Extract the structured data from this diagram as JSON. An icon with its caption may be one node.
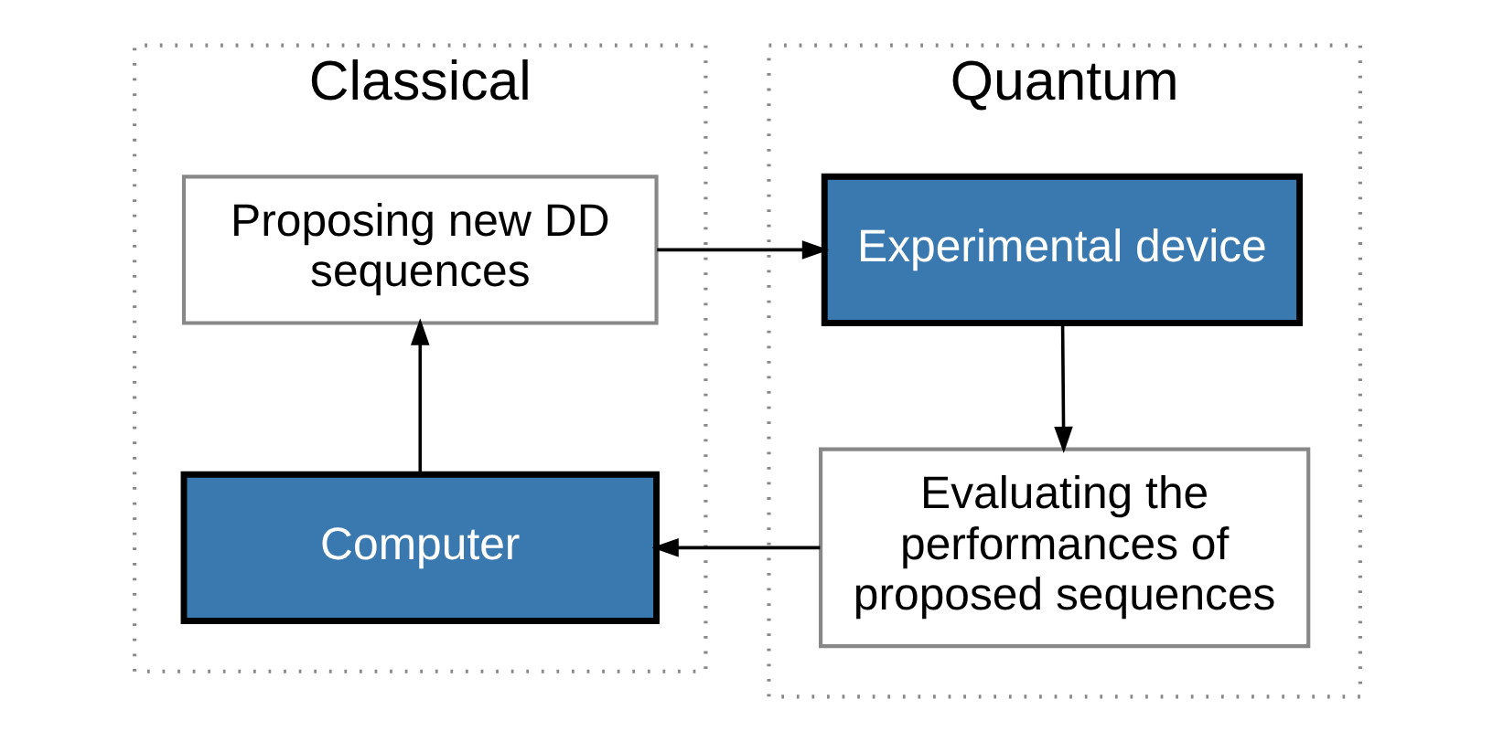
{
  "diagram": {
    "nodes": [
      {
        "text": [
          "Classical"
        ]
      },
      {
        "text": [
          "Proposing new DD sequences"
        ],
        "in": 0
      },
      {
        "text": [
          "Computer"
        ],
        "in": 0
      },
      {
        "text": [
          "Quantum"
        ]
      },
      {
        "text": [
          "Experimental device"
        ],
        "in": 3
      },
      {
        "text": [
          "Evaluating the performances of proposed sequences"
        ],
        "in": 3
      }
    ],
    "edges": [
      {
        "from": 1,
        "to": 4,
        "arrow": "to"
      },
      {
        "from": 4,
        "to": 5,
        "arrow": "to"
      },
      {
        "from": 5,
        "to": 2,
        "arrow": "to"
      },
      {
        "from": 2,
        "to": 1,
        "arrow": "to"
      }
    ]
  }
}
